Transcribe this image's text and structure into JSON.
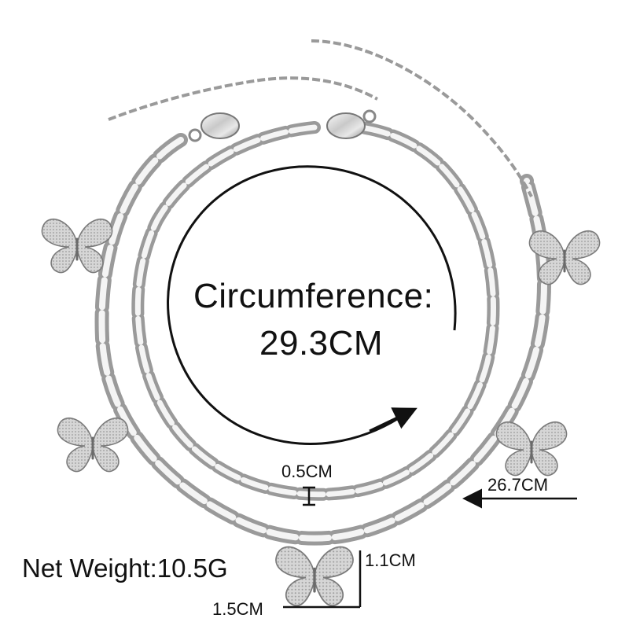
{
  "labels": {
    "circumference_title": "Circumference:",
    "circumference_value": "29.3CM",
    "chain_width": "0.5CM",
    "inner_length": "26.7CM",
    "net_weight": "Net Weight:10.5G",
    "charm_height": "1.1CM",
    "charm_width": "1.5CM"
  },
  "colors": {
    "silver_light": "#f2f2f2",
    "silver_mid": "#c4c4c4",
    "silver_dark": "#7a7a7a",
    "text": "#111111"
  },
  "icons": [
    "butterfly-charm-icon",
    "lobster-clasp-icon",
    "arrow-icon"
  ]
}
